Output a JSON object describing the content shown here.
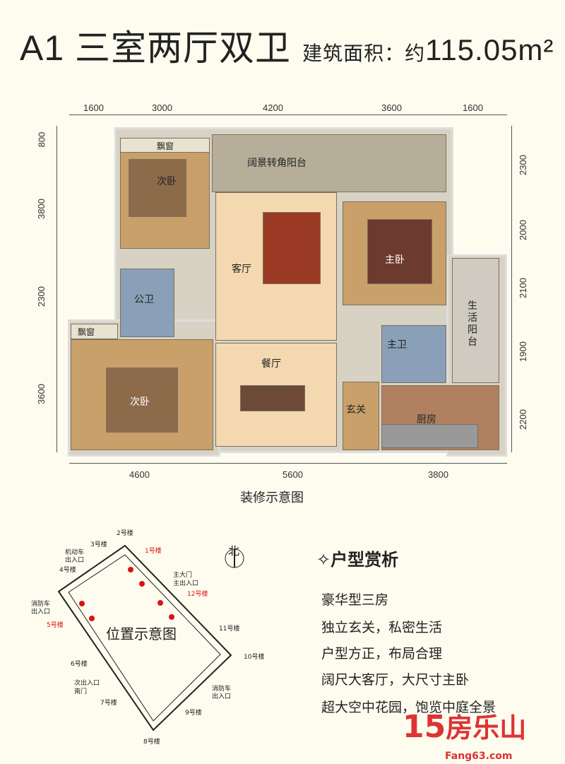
{
  "header": {
    "title": "A1 三室两厅双卫",
    "area_label": "建筑面积：约",
    "area_value": "115.05m²"
  },
  "dimensions": {
    "top": [
      "1600",
      "3000",
      "4200",
      "3600",
      "1600"
    ],
    "left": [
      "800",
      "3800",
      "2300",
      "3600"
    ],
    "right": [
      "2300",
      "2000",
      "2100",
      "1900",
      "2200"
    ],
    "bottom": [
      "4600",
      "5600",
      "3800"
    ]
  },
  "rooms": {
    "bay_window_top": "飘窗",
    "bedroom_top": "次卧",
    "balcony": "阔景转角阳台",
    "living": "客厅",
    "master": "主卧",
    "public_bath": "公卫",
    "bay_window_left": "飘窗",
    "bedroom_bottom": "次卧",
    "dining": "餐厅",
    "foyer": "玄关",
    "master_bath": "主卫",
    "utility_balcony": "生活阳台",
    "kitchen": "厨房"
  },
  "plan_caption": "装修示意图",
  "sitemap": {
    "title": "位置示意图",
    "north": "北",
    "labels": [
      "2号楼",
      "3号楼",
      "机动车出入口",
      "4号楼",
      "主大门",
      "主出入口",
      "消防车出入口",
      "11号楼",
      "10号楼",
      "6号楼",
      "次出入口",
      "南门",
      "7号楼",
      "消防车出入口",
      "9号楼",
      "8号楼"
    ],
    "highlight": [
      "1号楼",
      "12号楼",
      "5号楼"
    ]
  },
  "features": {
    "heading": "户型赏析",
    "icon": "sparkle-icon",
    "items": [
      "豪华型三房",
      "独立玄关，私密生活",
      "户型方正，布局合理",
      "阔尺大客厅，大尺寸主卧",
      "超大空中花园，饱览中庭全景"
    ]
  },
  "brand": {
    "logo": "房乐山",
    "url": "Fang63.com",
    "watermark": "房乐山"
  },
  "colors": {
    "wood": "#c9a06a",
    "tile": "#f3d8b0",
    "bath": "#8aa0b8",
    "balcony": "#b7ae9a",
    "accent": "#d11"
  }
}
